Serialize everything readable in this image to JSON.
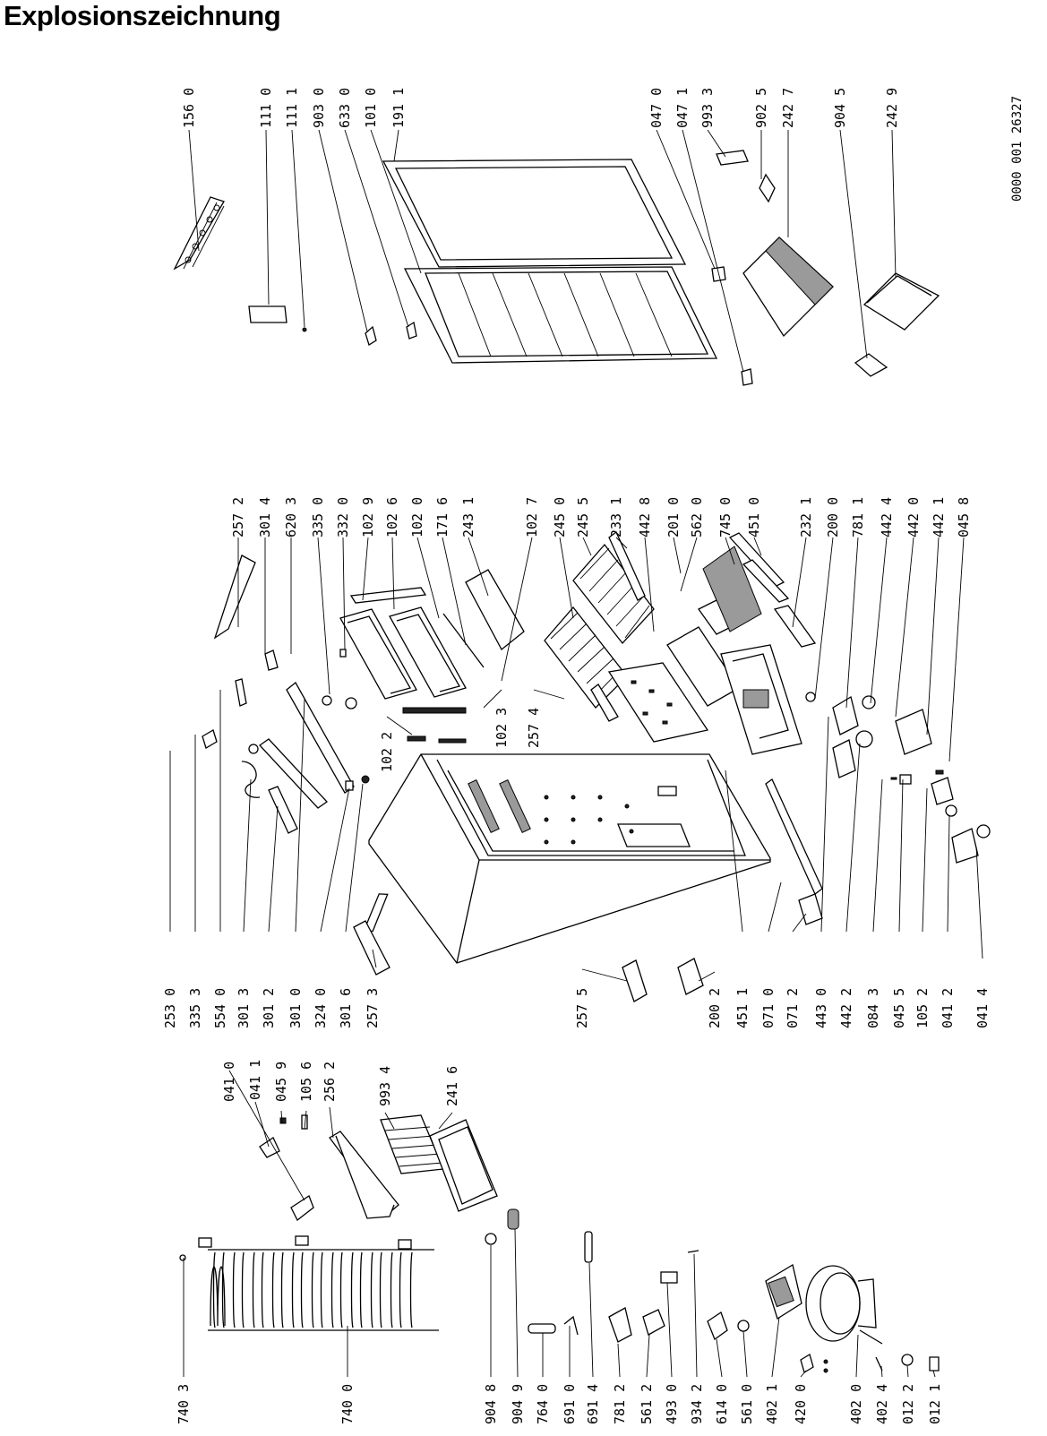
{
  "title": "Explosionszeichnung",
  "drawing_number": "0000 001 26327",
  "labels": {
    "g1": [
      "740 3",
      "740 0",
      "904 8",
      "904 9",
      "764 0",
      "691 0",
      "691 4",
      "781 2",
      "561 2",
      "493 0",
      "934 2",
      "614 0",
      "561 0",
      "402 1",
      "420 0",
      "402 0",
      "402 4",
      "012 2",
      "012 1"
    ],
    "g2": [
      "041 0",
      "041 1",
      "045 9",
      "105 6",
      "256 2",
      "993 4",
      "241 6"
    ],
    "g3": [
      "253 0",
      "335 3",
      "554 0",
      "301 3",
      "301 2",
      "301 0",
      "324 0",
      "301 6",
      "257 3"
    ],
    "g4": [
      "257 2",
      "301 4",
      "620 3",
      "335 0",
      "332 0",
      "102 9",
      "102 6",
      "102 0",
      "171 6",
      "243 1"
    ],
    "g5": [
      "102 2",
      "102 3",
      "257 4"
    ],
    "g6": [
      "102 7",
      "245 0",
      "245 5",
      "233 1",
      "442 8",
      "201 0",
      "562 0",
      "745 0",
      "451 0"
    ],
    "g7": [
      "257 5"
    ],
    "g8": [
      "200 2",
      "451 1",
      "071 0",
      "071 2",
      "443 0",
      "442 2",
      "084 3",
      "045 5",
      "105 2",
      "041 2",
      "041 4"
    ],
    "g9": [
      "232 1",
      "200 0",
      "781 1",
      "442 4",
      "442 0",
      "442 1",
      "045 8"
    ],
    "g10": [
      "156 0"
    ],
    "g11": [
      "111 0",
      "111 1",
      "903 0",
      "633 0",
      "101 0",
      "191 1"
    ],
    "g12": [
      "047 0",
      "047 1",
      "993 3",
      "902 5",
      "242 7",
      "904 5",
      "242 9"
    ]
  }
}
